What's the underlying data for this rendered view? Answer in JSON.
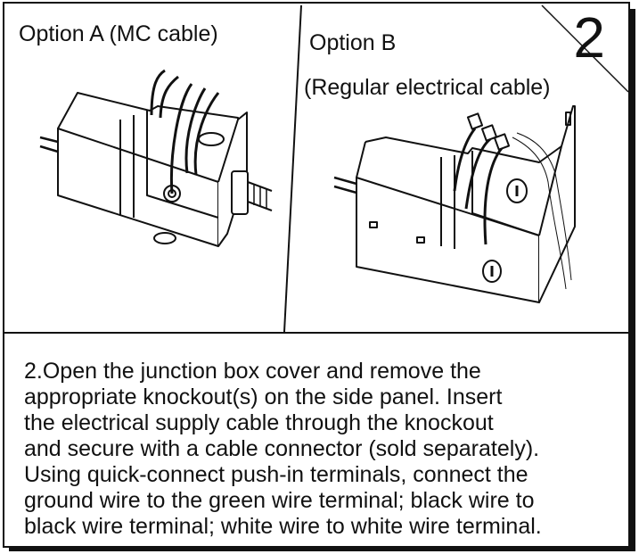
{
  "panel_a": {
    "title": "Option A (MC cable)"
  },
  "panel_b": {
    "title": "Option B",
    "subtitle": "(Regular electrical cable)"
  },
  "step": {
    "number": "2"
  },
  "instructions": {
    "lines": [
      "2.Open the junction box cover and remove the",
      "appropriate knockout(s) on the side panel. Insert",
      "the electrical supply cable through the knockout",
      "and secure with a cable connector (sold separately).",
      "Using quick-connect push-in terminals, connect the",
      "ground wire to the green wire terminal; black wire to",
      "black wire terminal; white wire to white wire terminal."
    ]
  }
}
